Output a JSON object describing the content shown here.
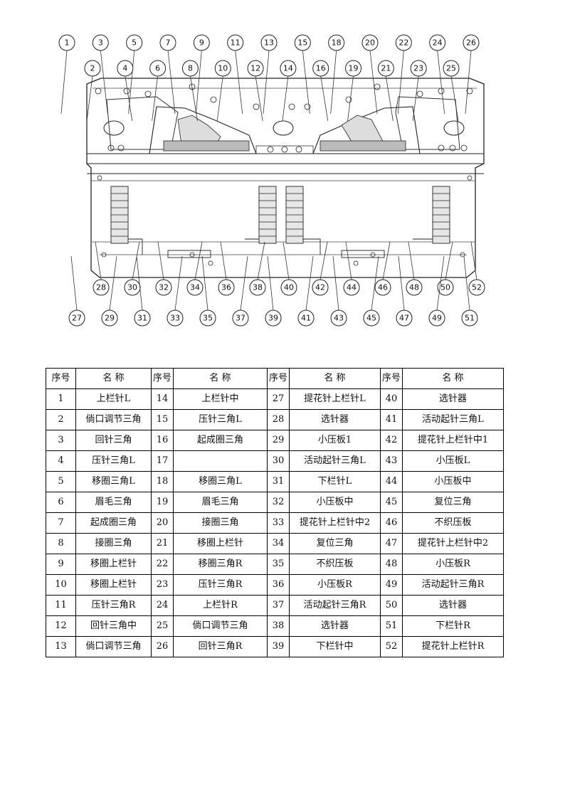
{
  "figure": {
    "callouts_top": [
      "1",
      "3",
      "5",
      "7",
      "9",
      "11",
      "13",
      "15",
      "18",
      "20",
      "22",
      "24",
      "26"
    ],
    "callouts_top2": [
      "2",
      "4",
      "6",
      "8",
      "10",
      "12",
      "14",
      "16",
      "19",
      "21",
      "23",
      "25"
    ],
    "callouts_bottom1": [
      "28",
      "30",
      "32",
      "34",
      "36",
      "38",
      "40",
      "42",
      "44",
      "46",
      "48",
      "50",
      "52"
    ],
    "callouts_bottom2": [
      "27",
      "29",
      "31",
      "33",
      "35",
      "37",
      "39",
      "41",
      "43",
      "45",
      "47",
      "49",
      "51"
    ]
  },
  "table": {
    "header": {
      "num": "序号",
      "name": "名 称"
    },
    "rows": [
      [
        [
          "1",
          "上栏针L"
        ],
        [
          "14",
          "上栏针中"
        ],
        [
          "27",
          "提花针上栏针L"
        ],
        [
          "40",
          "选针器"
        ]
      ],
      [
        [
          "2",
          "倘口调节三角"
        ],
        [
          "15",
          "压针三角L"
        ],
        [
          "28",
          "选针器"
        ],
        [
          "41",
          "活动起针三角L"
        ]
      ],
      [
        [
          "3",
          "回针三角"
        ],
        [
          "16",
          "起成圈三角"
        ],
        [
          "29",
          "小压板1"
        ],
        [
          "42",
          "提花针上栏针中1"
        ]
      ],
      [
        [
          "4",
          "压针三角L"
        ],
        [
          "17",
          ""
        ],
        [
          "30",
          "活动起针三角L"
        ],
        [
          "43",
          "小压板L"
        ]
      ],
      [
        [
          "5",
          "移圈三角L"
        ],
        [
          "18",
          "移圈三角L"
        ],
        [
          "31",
          "下栏针L"
        ],
        [
          "44",
          "小压板中"
        ]
      ],
      [
        [
          "6",
          "眉毛三角"
        ],
        [
          "19",
          "眉毛三角"
        ],
        [
          "32",
          "小压板中"
        ],
        [
          "45",
          "复位三角"
        ]
      ],
      [
        [
          "7",
          "起成圈三角"
        ],
        [
          "20",
          "接圈三角"
        ],
        [
          "33",
          "提花针上栏针中2"
        ],
        [
          "46",
          "不织压板"
        ]
      ],
      [
        [
          "8",
          "接圈三角"
        ],
        [
          "21",
          "移圈上栏针"
        ],
        [
          "34",
          "复位三角"
        ],
        [
          "47",
          "提花针上栏针中2"
        ]
      ],
      [
        [
          "9",
          "移圈上栏针"
        ],
        [
          "22",
          "移圈三角R"
        ],
        [
          "35",
          "不织压板"
        ],
        [
          "48",
          "小压板R"
        ]
      ],
      [
        [
          "10",
          "移圈上栏针"
        ],
        [
          "23",
          "压针三角R"
        ],
        [
          "36",
          "小压板R"
        ],
        [
          "49",
          "活动起针三角R"
        ]
      ],
      [
        [
          "11",
          "压针三角R"
        ],
        [
          "24",
          "上栏针R"
        ],
        [
          "37",
          "活动起针三角R"
        ],
        [
          "50",
          "选针器"
        ]
      ],
      [
        [
          "12",
          "回针三角中"
        ],
        [
          "25",
          "倘口调节三角"
        ],
        [
          "38",
          "选针器"
        ],
        [
          "51",
          "下栏针R"
        ]
      ],
      [
        [
          "13",
          "倘口调节三角"
        ],
        [
          "26",
          "回针三角R"
        ],
        [
          "39",
          "下栏针中"
        ],
        [
          "52",
          "提花针上栏针R"
        ]
      ]
    ]
  }
}
